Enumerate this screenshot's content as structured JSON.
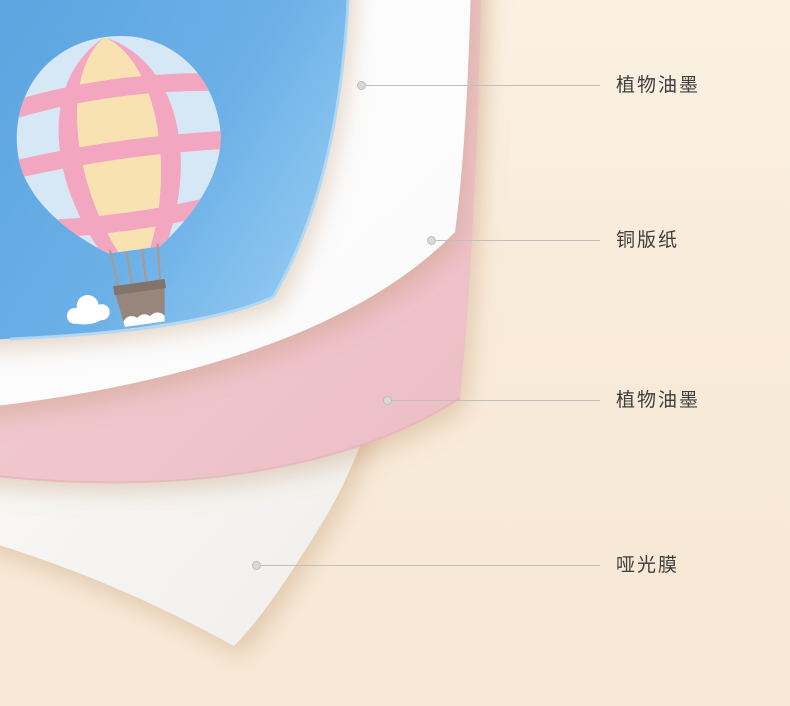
{
  "page": {
    "background": "#f9ebda",
    "kind": "product-material-layers-diagram"
  },
  "callouts": [
    {
      "label": "植物油墨"
    },
    {
      "label": "铜版纸"
    },
    {
      "label": "植物油墨"
    },
    {
      "label": "哑光膜"
    }
  ],
  "layers": [
    {
      "name": "printed-sheet-blue",
      "color": "#6cb0e7"
    },
    {
      "name": "coated-paper-white",
      "color": "#ffffff"
    },
    {
      "name": "ink-layer-pink",
      "color": "#f0c7cd"
    },
    {
      "name": "matte-film-white",
      "color": "#ffffff"
    }
  ],
  "illustration": {
    "subject": "hot-air-balloon",
    "balloon_stripe_color": "#f2a6c0",
    "balloon_panel_color": "#f8e2b2",
    "balloon_side_color": "#d6e7f6"
  }
}
